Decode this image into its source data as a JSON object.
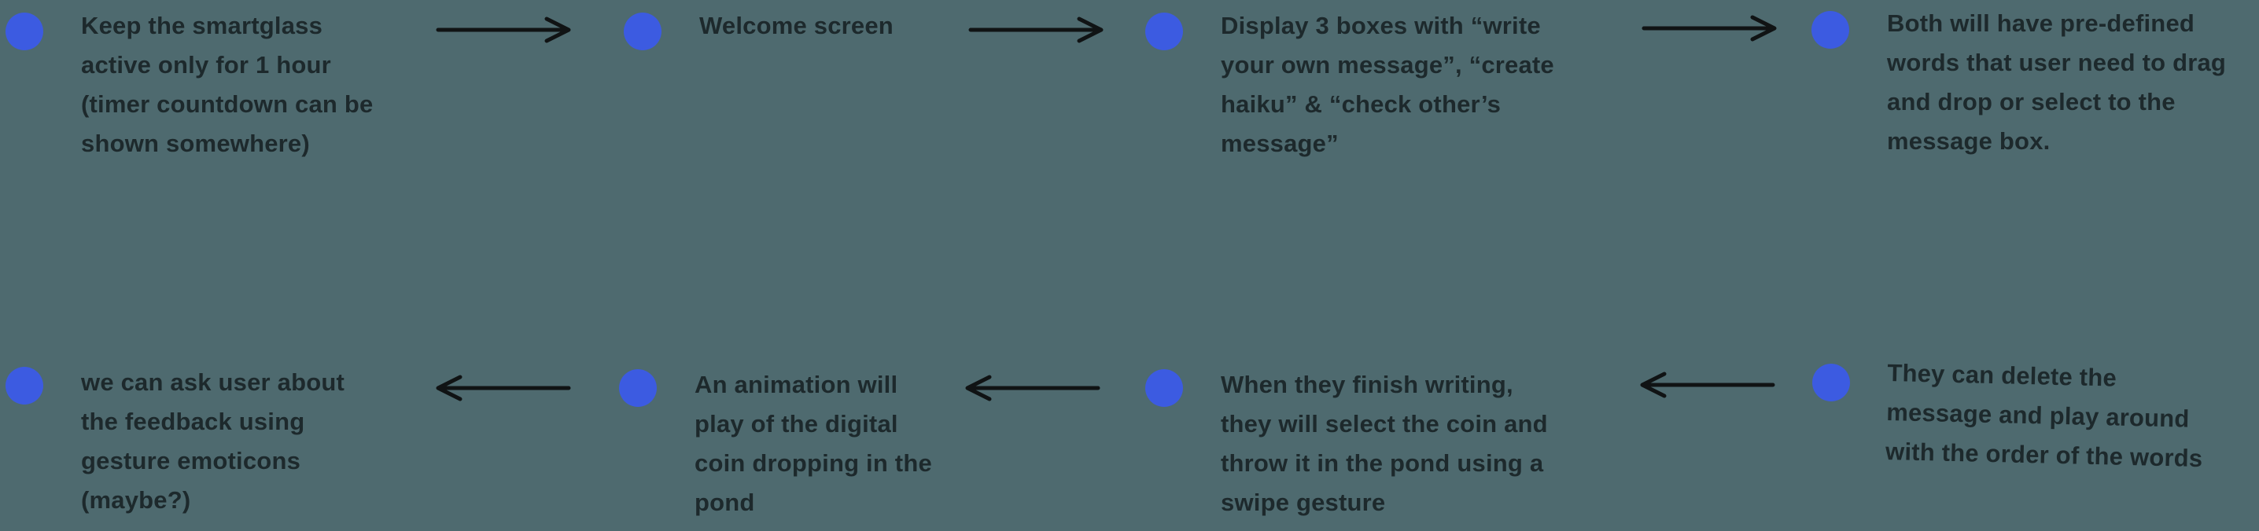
{
  "canvas": {
    "background": "#4e6a6f",
    "dot_color": "#3c5be1",
    "arrow_color": "#101314",
    "text_color": "#1d292c"
  },
  "diagram": {
    "type": "flowchart",
    "rows": 2,
    "flow": "top row left-to-right, bottom row right-to-left"
  },
  "nodes": [
    {
      "id": 1,
      "row": "top",
      "text": "Keep the smartglass active only for 1 hour (timer countdown can be shown somewhere)"
    },
    {
      "id": 2,
      "row": "top",
      "text": "Welcome screen"
    },
    {
      "id": 3,
      "row": "top",
      "text": "Display 3 boxes with “write your own message”, “create haiku” & “check other’s message”"
    },
    {
      "id": 4,
      "row": "top",
      "text": "Both will have pre-defined words that user need to drag and drop or select to the message box."
    },
    {
      "id": 5,
      "row": "bottom",
      "text": "They can delete the message and play around with the order of the words"
    },
    {
      "id": 6,
      "row": "bottom",
      "text": "When they finish writing, they will select the coin and throw it in the pond using a swipe gesture"
    },
    {
      "id": 7,
      "row": "bottom",
      "text": "An animation will play of the digital coin dropping in the pond"
    },
    {
      "id": 8,
      "row": "bottom",
      "text": "we can ask user about the feedback using gesture emoticons (maybe?)"
    }
  ],
  "arrows": [
    {
      "id": "a1",
      "direction": "right",
      "from": 1,
      "to": 2
    },
    {
      "id": "a2",
      "direction": "right",
      "from": 2,
      "to": 3
    },
    {
      "id": "a3",
      "direction": "right",
      "from": 3,
      "to": 4
    },
    {
      "id": "a4",
      "direction": "left",
      "from": 5,
      "to": 6
    },
    {
      "id": "a5",
      "direction": "left",
      "from": 6,
      "to": 7
    },
    {
      "id": "a6",
      "direction": "left",
      "from": 7,
      "to": 8
    }
  ]
}
